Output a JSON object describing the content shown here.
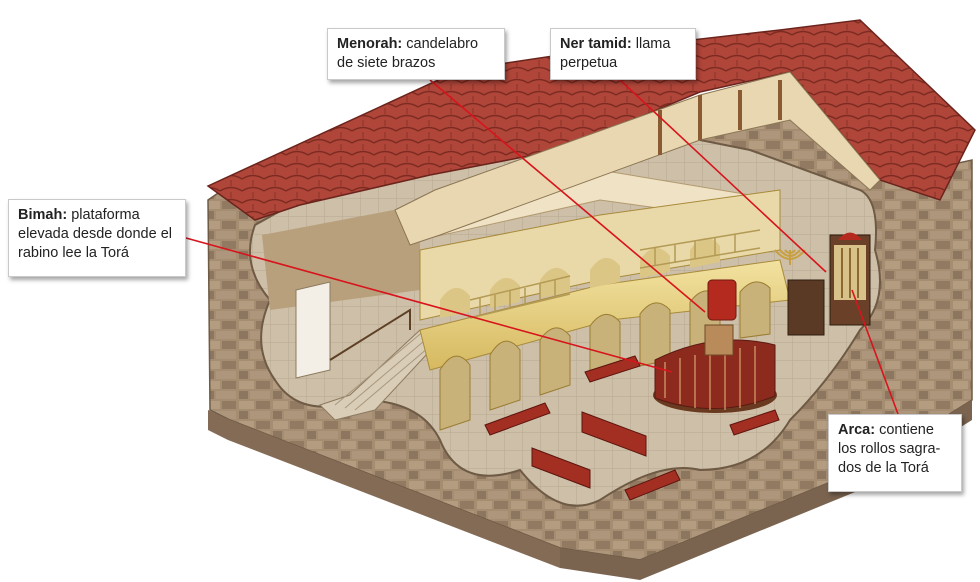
{
  "labels": {
    "menorah": {
      "term": "Menorah:",
      "desc": "candelabro de siete brazos"
    },
    "ner_tamid": {
      "term": "Ner tamid:",
      "desc": "llama perpetua"
    },
    "bimah": {
      "term": "Bimah:",
      "desc": "plataforma elevada desde donde el rabino lee la Torá"
    },
    "arca": {
      "term": "Arca:",
      "desc": "contiene los rollos sagra- dos de la Torá"
    }
  },
  "colors": {
    "leader_line": "#d8141c",
    "roof_tile": "#b0463a",
    "stone_wall": "#a08a70",
    "arcade": "#e6cf7a",
    "furniture": "#a22f22"
  },
  "icons": [
    "synagogue-cutaway-illustration"
  ]
}
